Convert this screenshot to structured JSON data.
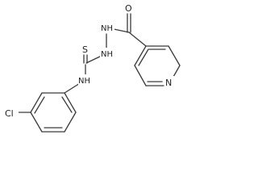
{
  "structure": {
    "atoms": {
      "carbonyl_oxygen": "O",
      "hydrazine_nh_upper": "NH",
      "hydrazine_nh_lower": "NH",
      "thioxo_sulfur": "S",
      "amide_nh": "NH",
      "pyridine_nitrogen": "N",
      "chlorine": "Cl"
    }
  }
}
